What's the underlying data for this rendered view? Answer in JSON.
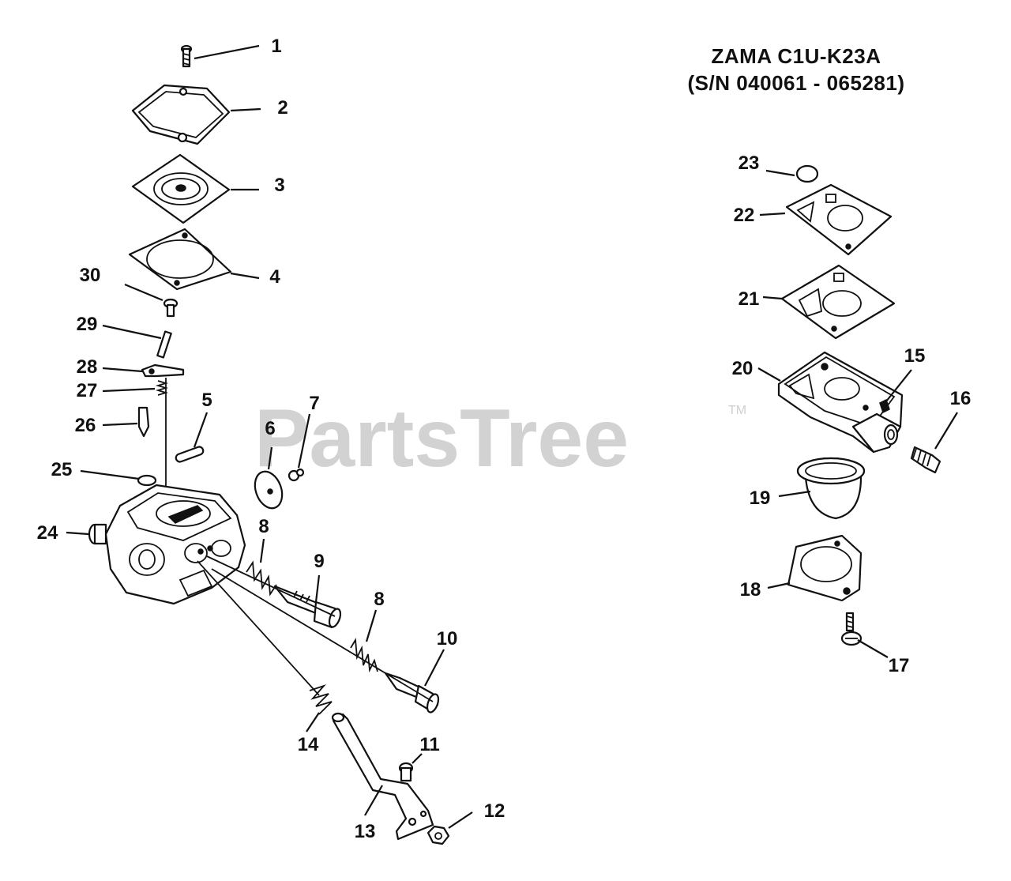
{
  "title": {
    "line1": "ZAMA C1U-K23A",
    "line2": "(S/N 040061 - 065281)"
  },
  "watermark": {
    "text": "PartsTree",
    "trademark": "TM"
  },
  "callouts": {
    "c1": "1",
    "c2": "2",
    "c3": "3",
    "c4": "4",
    "c5": "5",
    "c6": "6",
    "c7": "7",
    "c8a": "8",
    "c8b": "8",
    "c9": "9",
    "c10": "10",
    "c11": "11",
    "c12": "12",
    "c13": "13",
    "c14": "14",
    "c15": "15",
    "c16": "16",
    "c17": "17",
    "c18": "18",
    "c19": "19",
    "c20": "20",
    "c21": "21",
    "c22": "22",
    "c23": "23",
    "c24": "24",
    "c25": "25",
    "c26": "26",
    "c27": "27",
    "c28": "28",
    "c29": "29",
    "c30": "30"
  }
}
